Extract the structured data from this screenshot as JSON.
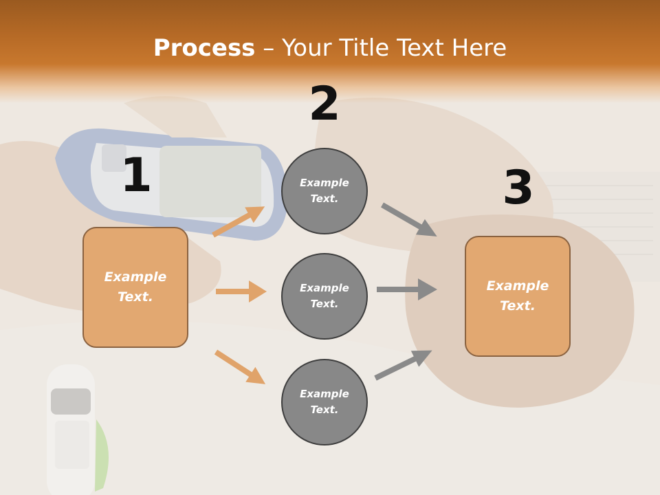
{
  "title": {
    "bold": "Process",
    "rest": " – Your Title Text Here"
  },
  "steps": {
    "one": "1",
    "two": "2",
    "three": "3"
  },
  "boxes": {
    "left": "Example Text.",
    "right": "Example Text."
  },
  "circles": {
    "top": "Example Text.",
    "middle": "Example Text.",
    "bottom": "Example Text."
  },
  "colors": {
    "header": "#c8782e",
    "box_fill": "#e2a871",
    "circle_fill": "#888888",
    "orange_arrow": "#e0a36a",
    "gray_arrow": "#8a8a8a"
  }
}
